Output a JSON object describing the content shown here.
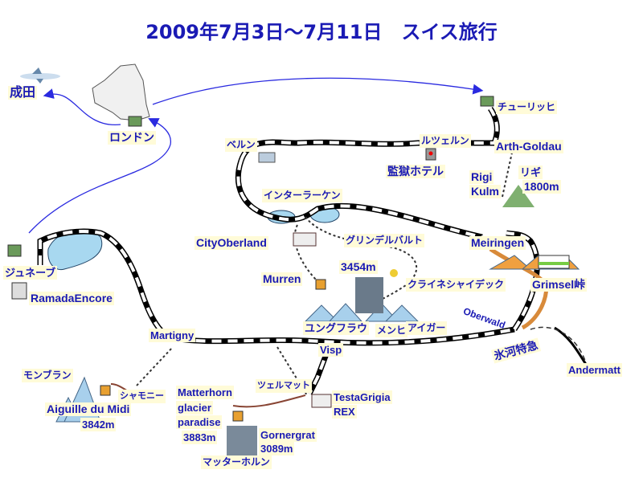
{
  "title": "2009年7月3日～7月11日　スイス旅行",
  "places": {
    "narita": "成田",
    "london": "ロンドン",
    "zurich": "チューリッヒ",
    "luzern": "ルツェルン",
    "arth_goldau": "Arth-Goldau",
    "prison_hotel": "監獄ホテル",
    "bern": "ベルン",
    "rigi": "Rigi",
    "kulm": "Kulm",
    "rigi_jp": "リギ",
    "rigi_alt": "1800m",
    "interlaken": "インターラーケン",
    "city_oberland": "CityOberland",
    "grindelwald": "グリンデルバルト",
    "meiringen": "Meiringen",
    "murren": "Murren",
    "alt_3454": "3454m",
    "kleine_scheidegg": "クライネシャイデック",
    "grimsel": "Grimsel峠",
    "geneva": "ジュネーブ",
    "ramada": "RamadaEncore",
    "jungfrau": "ユングフラウ",
    "monch": "メンヒ",
    "eiger": "アイガー",
    "oberwald": "Oberwald",
    "martigny": "Martigny",
    "visp": "Visp",
    "glacier_express": "氷河特急",
    "andermatt": "Andermatt",
    "mont_blanc": "モンブラン",
    "chamonix": "シャモニー",
    "aiguille": "Aiguille du Midi",
    "alt_3842": "3842m",
    "matterhorn": "Matterhorn",
    "glacier": "glacier",
    "paradise": "paradise",
    "alt_3883": "3883m",
    "zermatt": "ツェルマット",
    "testagrigia": "TestaGrigia",
    "rex": "REX",
    "gornergrat": "Gornergrat",
    "alt_3089": "3089m",
    "matterhorn_jp": "マッターホルン"
  },
  "colors": {
    "text": "#1a1ab4",
    "label_bg": "#fffbd8",
    "flight": "#2a2ae0",
    "lake": "#a8d8f0",
    "mountain": "#a8d0ec",
    "rigi": "#7fb070",
    "road": "#d88a3a"
  }
}
